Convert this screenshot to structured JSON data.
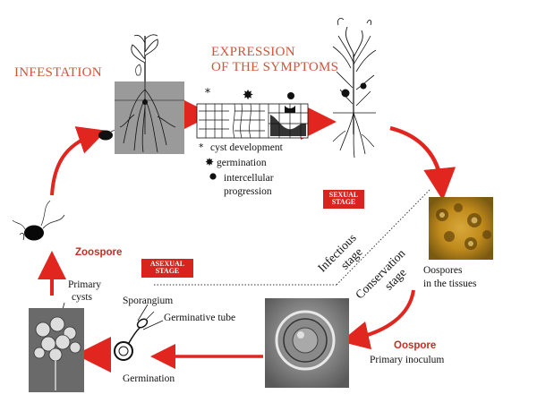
{
  "titles": {
    "infestation": "INFESTATION",
    "expression_line1": "EXPRESSION",
    "expression_line2": "OF THE SYMPTOMS"
  },
  "legend": {
    "cyst": "cyst development",
    "germination": "germination",
    "intercellular_line1": "intercellular",
    "intercellular_line2": "progression"
  },
  "stages": {
    "sexual_line1": "SEXUAL",
    "sexual_line2": "STAGE",
    "asexual_line1": "ASEXUAL",
    "asexual_line2": "STAGE",
    "infectious_line1": "Infectious",
    "infectious_line2": "stage",
    "conservation_line1": "Conservation",
    "conservation_line2": "stage"
  },
  "labels": {
    "zoospore": "Zoospore",
    "oospores_line1": "Oospores",
    "oospores_line2": "in the tissues",
    "oospore": "Oospore",
    "primary_inoculum": "Primary inoculum",
    "primary_cysts_line1": "Primary",
    "primary_cysts_line2": "cysts",
    "sporangium": "Sporangium",
    "germinative_tube": "Germinative tube",
    "germination": "Germination"
  },
  "colors": {
    "arrow": "#e0261f",
    "title_text": "#d0543a",
    "badge": "#d8231f",
    "label_red": "#c62c23"
  }
}
